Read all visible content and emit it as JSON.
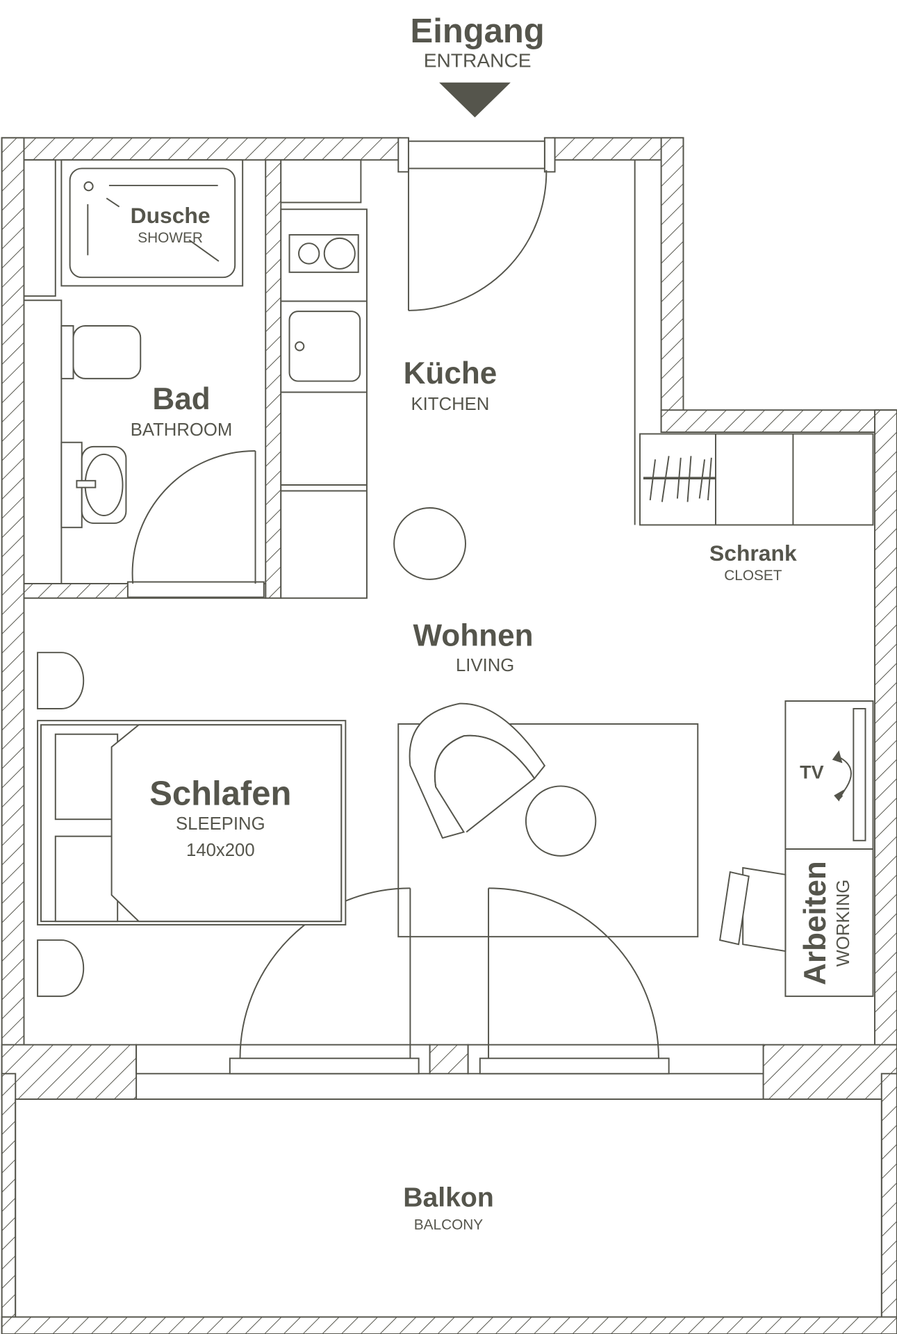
{
  "entrance": {
    "title": "Eingang",
    "subtitle": "ENTRANCE"
  },
  "rooms": {
    "shower": {
      "title": "Dusche",
      "subtitle": "SHOWER"
    },
    "bathroom": {
      "title": "Bad",
      "subtitle": "BATHROOM"
    },
    "kitchen": {
      "title": "Küche",
      "subtitle": "KITCHEN"
    },
    "closet": {
      "title": "Schrank",
      "subtitle": "CLOSET"
    },
    "living": {
      "title": "Wohnen",
      "subtitle": "LIVING"
    },
    "sleeping": {
      "title": "Schlafen",
      "subtitle": "SLEEPING",
      "size": "140x200"
    },
    "tv": {
      "title": "TV"
    },
    "working": {
      "title": "Arbeiten",
      "subtitle": "WORKING"
    },
    "balcony": {
      "title": "Balkon",
      "subtitle": "BALCONY"
    }
  },
  "colors": {
    "ink": "#55554c",
    "background": "#ffffff"
  }
}
